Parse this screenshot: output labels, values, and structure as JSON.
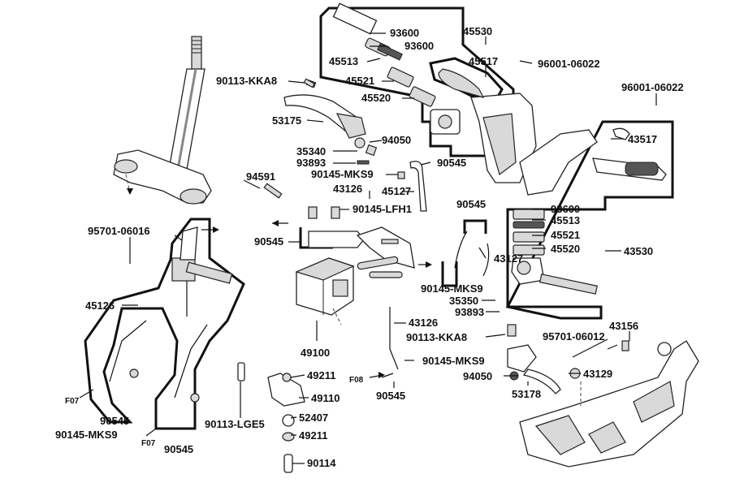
{
  "labels": {
    "p45530": "45530",
    "p93600_a": "93600",
    "p93600_b": "93600",
    "p45513_a": "45513",
    "p45517": "45517",
    "p96001_a": "96001-06022",
    "p45521_a": "45521",
    "p45520_a": "45520",
    "p90113_kka8_a": "90113-KKA8",
    "p96001_b": "96001-06022",
    "p53175": "53175",
    "p43517": "43517",
    "p94050_a": "94050",
    "p35340": "35340",
    "p90545_a": "90545",
    "p93893_a": "93893",
    "p90145_mks9_a": "90145-MKS9",
    "p94591": "94591",
    "p43126_a": "43126",
    "p45127": "45127",
    "p90545_b": "90545",
    "p93600_c": "93600",
    "p90145_lfh1": "90145-LFH1",
    "p45513_b": "45513",
    "p95701_a": "95701-06016",
    "p45521_b": "45521",
    "p90545_c": "90545",
    "p45520_b": "45520",
    "p43530": "43530",
    "p43127": "43127",
    "p90145_mks9_b": "90145-MKS9",
    "p45126": "45126",
    "p35350": "35350",
    "p93893_b": "93893",
    "p43126_b": "43126",
    "p43156": "43156",
    "p90113_kka8_b": "90113-KKA8",
    "p95701_b": "95701-06012",
    "p49100": "49100",
    "p90145_mks9_c": "90145-MKS9",
    "p49211_a": "49211",
    "p43129": "43129",
    "p94050_b": "94050",
    "pF08": "F08",
    "p49110": "49110",
    "p53178": "53178",
    "pF07_a": "F07",
    "p90545_d": "90545",
    "p90545_e": "90545",
    "p90145_mks9_d": "90145-MKS9",
    "p90113_lge5": "90113-LGE5",
    "p52407": "52407",
    "pF07_b": "F07",
    "p49211_b": "49211",
    "p90545_f": "90545",
    "p90114": "90114"
  }
}
